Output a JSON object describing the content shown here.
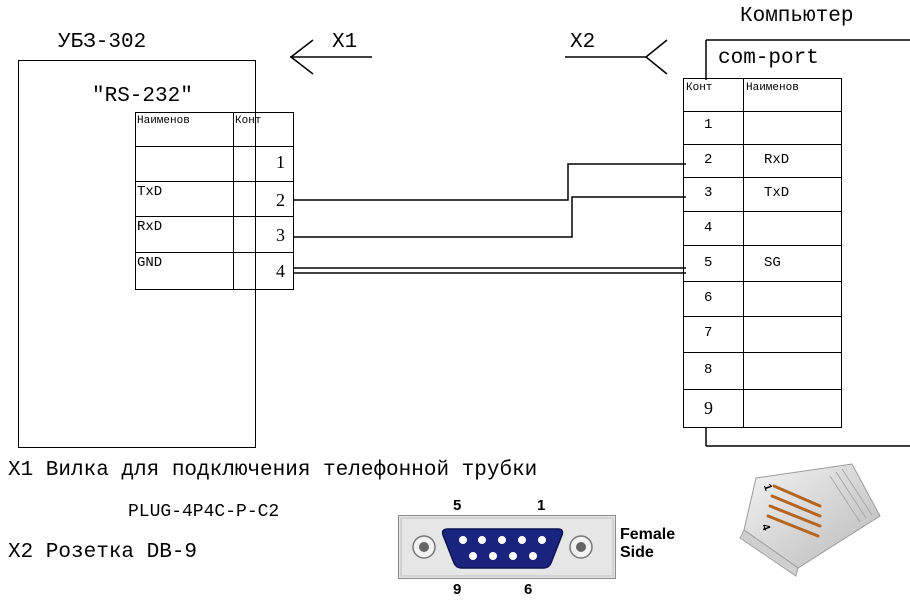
{
  "left_device": {
    "title": "УБЗ-302",
    "port_label": "\"RS-232\"",
    "table": {
      "headers": [
        "Наименов",
        "Конт"
      ],
      "rows": [
        {
          "name": "",
          "pin": "1"
        },
        {
          "name": "TxD",
          "pin": "2"
        },
        {
          "name": "RxD",
          "pin": "3"
        },
        {
          "name": "GND",
          "pin": "4"
        }
      ]
    }
  },
  "right_device": {
    "title": "Компьютер",
    "port_label": "com-port",
    "table": {
      "headers": [
        "Конт",
        "Наименов"
      ],
      "rows": [
        {
          "pin": "1",
          "name": ""
        },
        {
          "pin": "2",
          "name": "RxD"
        },
        {
          "pin": "3",
          "name": "TxD"
        },
        {
          "pin": "4",
          "name": ""
        },
        {
          "pin": "5",
          "name": "SG"
        },
        {
          "pin": "6",
          "name": ""
        },
        {
          "pin": "7",
          "name": ""
        },
        {
          "pin": "8",
          "name": ""
        },
        {
          "pin": "9",
          "name": ""
        }
      ]
    }
  },
  "connectors": {
    "x1": "X1",
    "x2": "X2"
  },
  "legend": {
    "x1_line": "X1 Вилка для подключения телефонной трубки",
    "x1_part": "PLUG-4P4C-P-C2",
    "x2_line": "X2 Розетка DB-9"
  },
  "db9": {
    "pin_top_left": "5",
    "pin_top_right": "1",
    "pin_bottom_left": "9",
    "pin_bottom_right": "6",
    "side_label_1": "Female",
    "side_label_2": "Side"
  },
  "rj_plug": {
    "pin_top": "1",
    "pin_bottom": "4"
  },
  "colors": {
    "db9_shell": "#1a237e",
    "db9_pins": "#ffffff",
    "plate": "#e6e6e6"
  }
}
